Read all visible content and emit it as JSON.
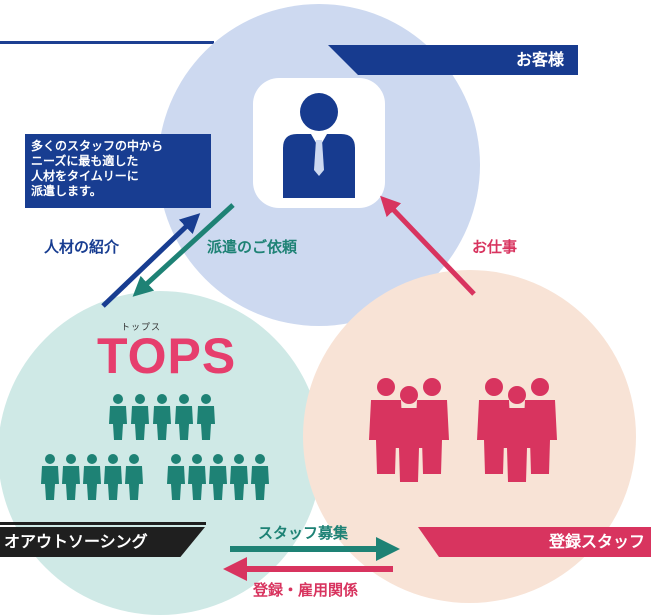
{
  "client": {
    "label": "お客様",
    "icon": "businessman-icon"
  },
  "tops": {
    "ruby": "トップス",
    "logo": "TOPS",
    "icon": "staff-group-icon"
  },
  "staff": {
    "label": "登録スタッフ",
    "icon": "registered-staff-icon"
  },
  "outsourcing": {
    "label": "オアウトソーシング"
  },
  "info_box": {
    "lines": [
      "多くのスタッフの中から",
      "ニーズに最も適した",
      "人材をタイムリーに",
      "派遣します。"
    ]
  },
  "flows": {
    "introduction": "人材の紹介",
    "request": "派遣のご依頼",
    "work": "お仕事",
    "recruit": "スタッフ募集",
    "register": "登録・雇用関係"
  },
  "colors": {
    "navy": "#183d91",
    "teal": "#1e8275",
    "pink": "#d8345f",
    "black": "#1f1f1f"
  }
}
